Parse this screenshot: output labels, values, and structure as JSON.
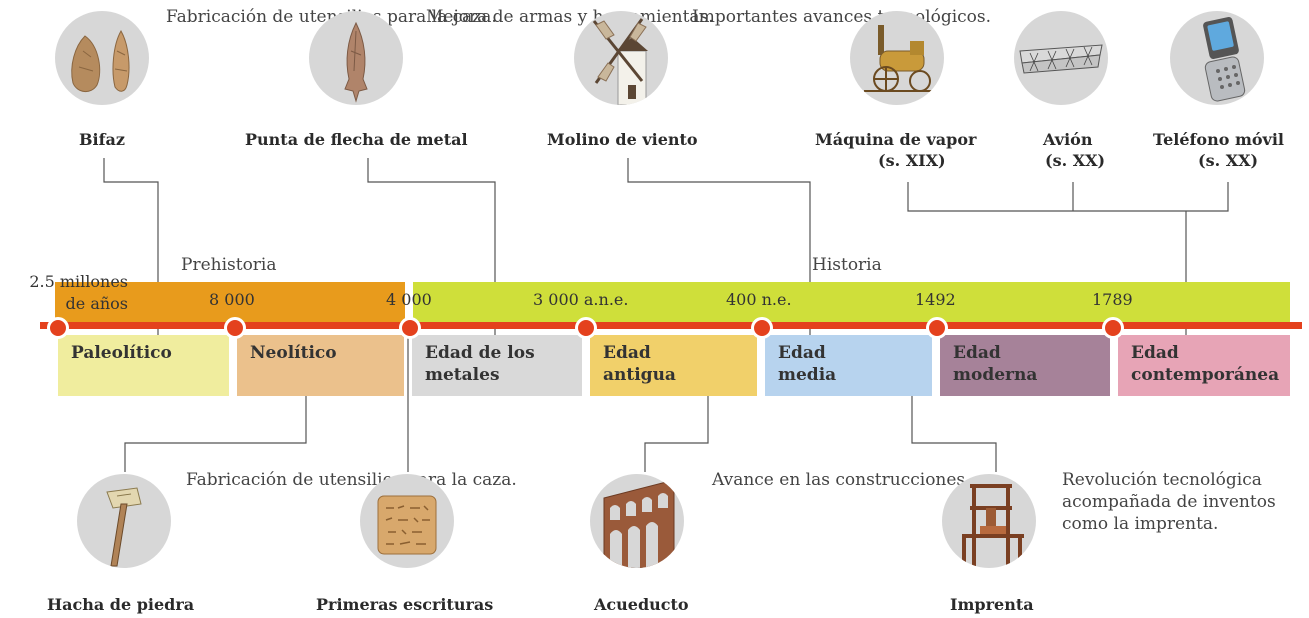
{
  "eras": {
    "prehistory": "Prehistoria",
    "history": "Historia"
  },
  "dates": [
    "2.5 millones de años",
    "8 000",
    "4 000",
    "3 000 a.n.e.",
    "400 n.e.",
    "1492",
    "1789"
  ],
  "periods": [
    {
      "label": "Paleolítico",
      "color": "#f0ed9e"
    },
    {
      "label": "Neolítico",
      "color": "#ebc18c"
    },
    {
      "label": "Edad de los metales",
      "color": "#d9d9d9"
    },
    {
      "label": "Edad antigua",
      "color": "#f1d06a"
    },
    {
      "label": "Edad media",
      "color": "#b7d3ee"
    },
    {
      "label": "Edad moderna",
      "color": "#a68299"
    },
    {
      "label": "Edad contemporánea",
      "color": "#e7a4b6"
    }
  ],
  "top_items": [
    {
      "name": "Bifaz",
      "desc": "Fabricación de utensilios para la caza."
    },
    {
      "name": "Punta de flecha de metal",
      "desc": "Mejora de armas y herramientas."
    },
    {
      "name": "Molino de viento",
      "desc": "Importantes avances tecnológicos."
    },
    {
      "name": "Máquina de vapor",
      "note": "(s. XIX)"
    },
    {
      "name": "Avión",
      "note": "(s. XX)"
    },
    {
      "name": "Teléfono móvil",
      "note": "(s. XX)"
    }
  ],
  "bottom_items": [
    {
      "name": "Hacha de piedra",
      "desc": "Fabricación de utensilios para la caza."
    },
    {
      "name": "Primeras escrituras"
    },
    {
      "name": "Acueducto",
      "desc": "Avance en las construcciones."
    },
    {
      "name": "Imprenta",
      "desc": "Revolución tecnológica acompañada de inventos como la imprenta."
    }
  ],
  "colors": {
    "prehistory_band": "#e89b1c",
    "history_band": "#cfdf3a",
    "timeline": "#e4411d",
    "connector": "#555555",
    "circle_bg": "#d7d7d7"
  }
}
